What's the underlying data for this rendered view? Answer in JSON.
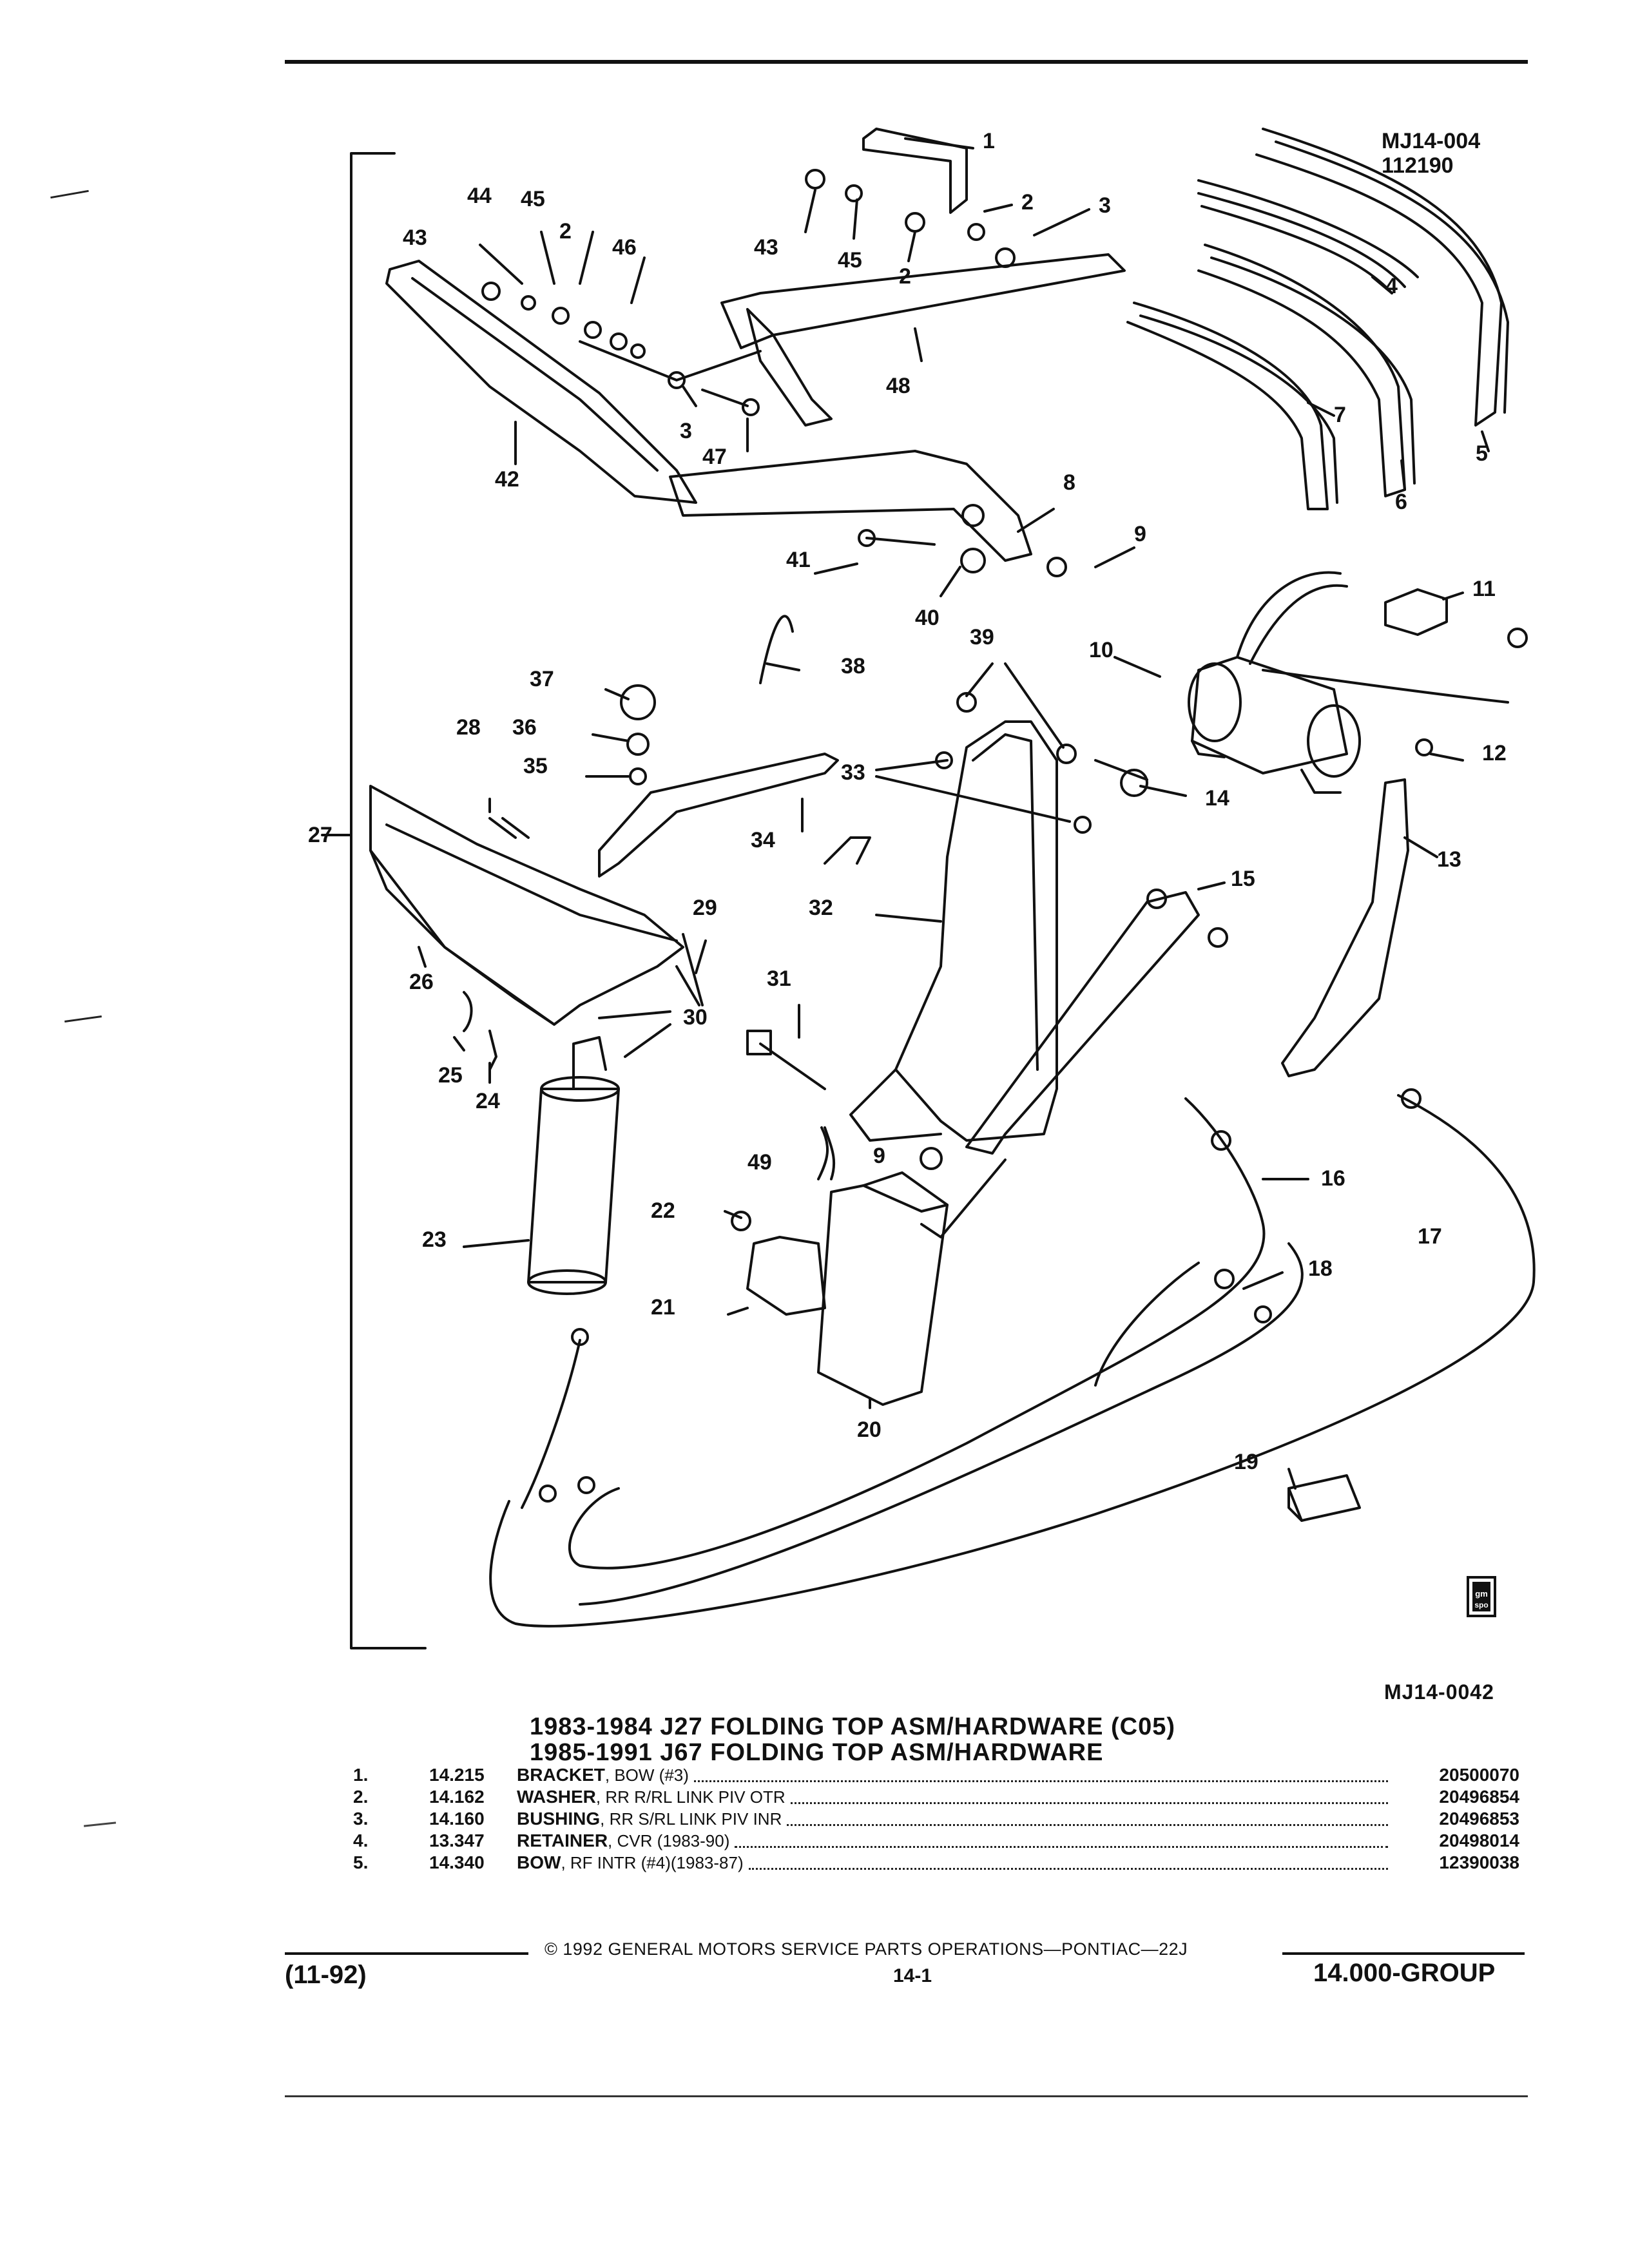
{
  "drawing_ref": {
    "line1": "MJ14-004",
    "line2": "112190"
  },
  "figure_id": "MJ14-0042",
  "callout_labels": [
    "1",
    "2",
    "3",
    "4",
    "5",
    "6",
    "7",
    "8",
    "9",
    "10",
    "11",
    "12",
    "13",
    "14",
    "15",
    "16",
    "17",
    "18",
    "19",
    "20",
    "21",
    "22",
    "23",
    "24",
    "25",
    "26",
    "27",
    "28",
    "29",
    "30",
    "31",
    "32",
    "33",
    "34",
    "35",
    "36",
    "37",
    "38",
    "39",
    "40",
    "41",
    "42",
    "43",
    "44",
    "45",
    "46",
    "47",
    "48",
    "49"
  ],
  "title": {
    "line1": "1983-1984 J27 FOLDING TOP ASM/HARDWARE (C05)",
    "line2": "1985-1991 J67 FOLDING TOP ASM/HARDWARE"
  },
  "parts": [
    {
      "num": "1.",
      "code": "14.215",
      "name": "BRACKET",
      "detail": ", BOW (#3)",
      "part_no": "20500070"
    },
    {
      "num": "2.",
      "code": "14.162",
      "name": "WASHER",
      "detail": ", RR R/RL LINK PIV OTR",
      "part_no": "20496854"
    },
    {
      "num": "3.",
      "code": "14.160",
      "name": "BUSHING",
      "detail": ", RR S/RL LINK PIV INR",
      "part_no": "20496853"
    },
    {
      "num": "4.",
      "code": "13.347",
      "name": "RETAINER",
      "detail": ", CVR (1983-90)",
      "part_no": "20498014"
    },
    {
      "num": "5.",
      "code": "14.340",
      "name": "BOW",
      "detail": ", RF INTR (#4)(1983-87)",
      "part_no": "12390038"
    }
  ],
  "footer": {
    "copyright": "© 1992 GENERAL MOTORS SERVICE PARTS OPERATIONS—PONTIAC—22J",
    "date": "(11-92)",
    "page": "14-1",
    "group": "14.000-GROUP"
  },
  "logo": {
    "text": "gm spo"
  }
}
